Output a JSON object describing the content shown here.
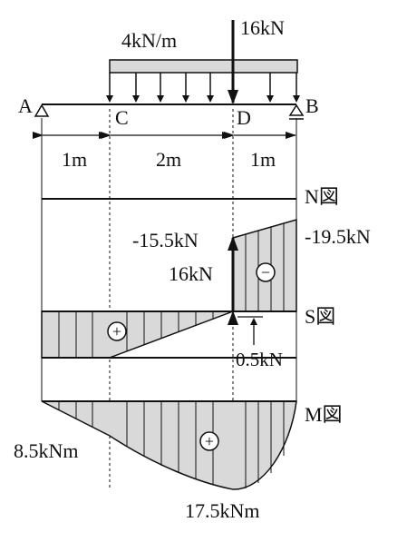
{
  "loads": {
    "distributed": "4kN/m",
    "point": "16kN"
  },
  "points": {
    "a": "A",
    "b": "B",
    "c": "C",
    "d": "D"
  },
  "spans": [
    "1m",
    "2m",
    "1m"
  ],
  "diagrams": {
    "n": "N図",
    "s": "S図",
    "m": "M図"
  },
  "shear": {
    "left_of_d": "-15.5kN",
    "right_end": "-19.5kN",
    "jump": "16kN",
    "right_of_d": "0.5kN",
    "positive_sign": "+",
    "negative_sign": "−"
  },
  "moment": {
    "at_c": "8.5kNm",
    "at_d": "17.5kNm",
    "positive_sign": "+"
  },
  "colors": {
    "fill": "#d9d9d9",
    "stroke": "#111111"
  }
}
